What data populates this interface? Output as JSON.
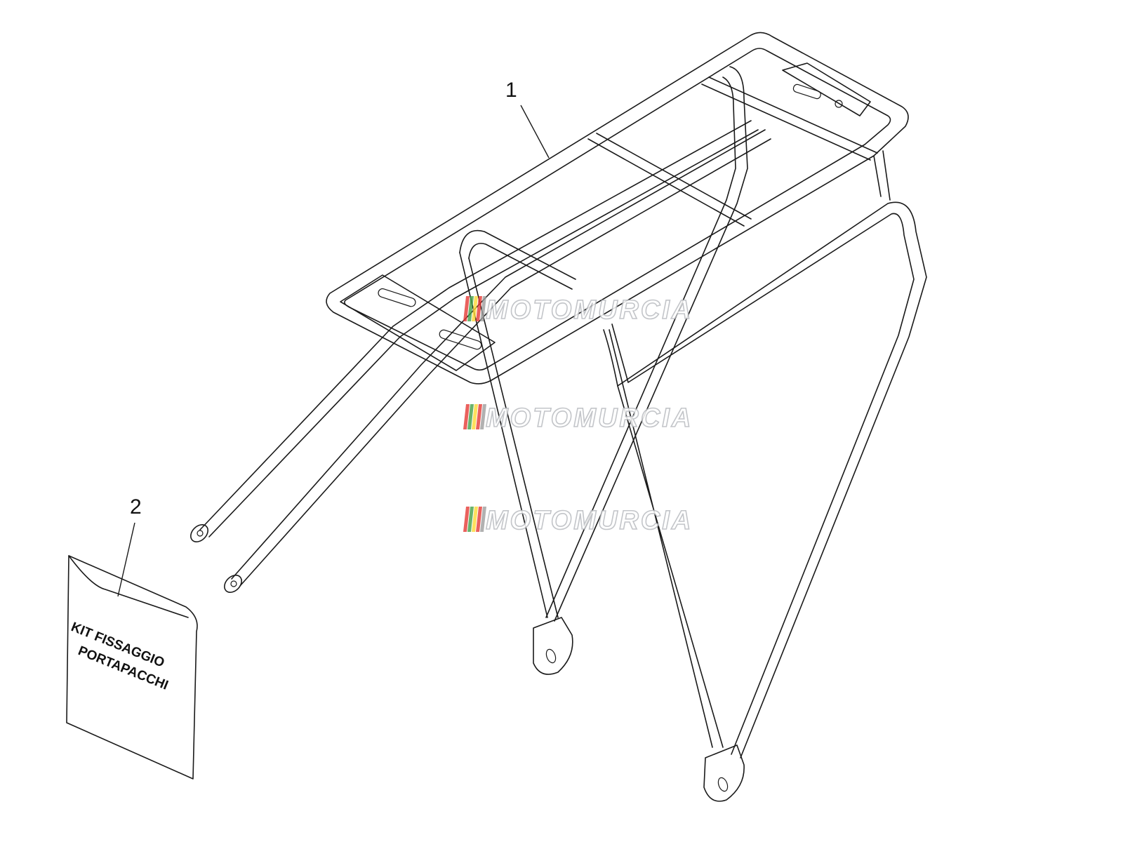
{
  "callouts": [
    {
      "number": "1",
      "part": "rack"
    },
    {
      "number": "2",
      "part": "kit-bag"
    }
  ],
  "kit_bag": {
    "line1": "KIT FISSAGGIO",
    "line2": "PORTAPACCHI"
  },
  "watermark": {
    "text": "MOTOMURCIA",
    "stripe_colors": [
      "#e53935",
      "#43a047",
      "#fdd835",
      "#e53935",
      "#9e9e9e"
    ],
    "text_outline_color": "#b9bcc0"
  },
  "colors": {
    "line": "#1a1a1a",
    "background": "#ffffff"
  }
}
